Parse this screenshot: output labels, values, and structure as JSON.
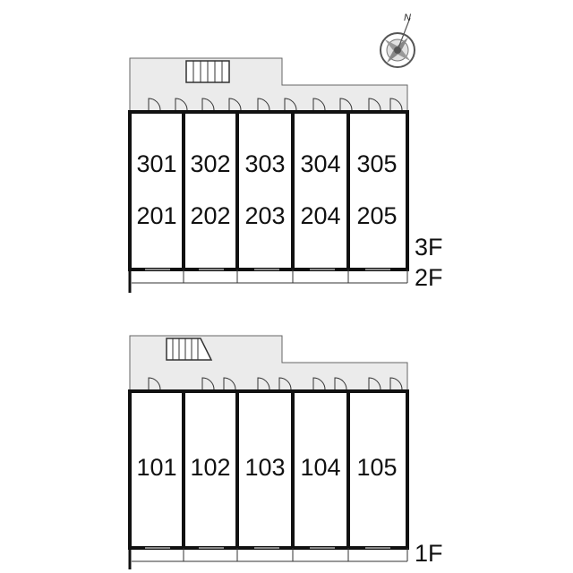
{
  "compass": {
    "north_letter": "N"
  },
  "upper_block": {
    "floor_labels": [
      "3F",
      "2F"
    ],
    "units": [
      {
        "top": "301",
        "bottom": "201"
      },
      {
        "top": "302",
        "bottom": "202"
      },
      {
        "top": "303",
        "bottom": "203"
      },
      {
        "top": "304",
        "bottom": "204"
      },
      {
        "top": "305",
        "bottom": "205"
      }
    ]
  },
  "lower_block": {
    "floor_label": "1F",
    "units": [
      {
        "label": "101"
      },
      {
        "label": "102"
      },
      {
        "label": "103"
      },
      {
        "label": "104"
      },
      {
        "label": "105"
      }
    ]
  },
  "colors": {
    "corridor_fill": "#ebebeb",
    "wall": "#111111",
    "line": "#444444"
  }
}
